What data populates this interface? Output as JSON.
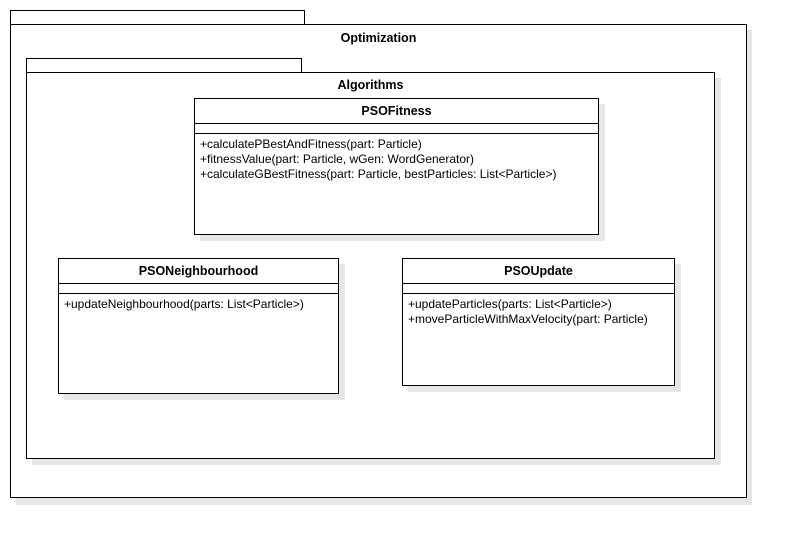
{
  "packages": {
    "optimization": {
      "title": "Optimization"
    },
    "algorithms": {
      "title": "Algorithms"
    }
  },
  "classes": {
    "pso_fitness": {
      "name": "PSOFitness",
      "operations": [
        "+calculatePBestAndFitness(part: Particle)",
        "+fitnessValue(part: Particle, wGen: WordGenerator)",
        "+calculateGBestFitness(part: Particle, bestParticles: List<Particle>)"
      ]
    },
    "pso_neighbourhood": {
      "name": "PSONeighbourhood",
      "operations": [
        "+updateNeighbourhood(parts: List<Particle>)"
      ]
    },
    "pso_update": {
      "name": "PSOUpdate",
      "operations": [
        "+updateParticles(parts: List<Particle>)",
        "+moveParticleWithMaxVelocity(part: Particle)"
      ]
    }
  }
}
